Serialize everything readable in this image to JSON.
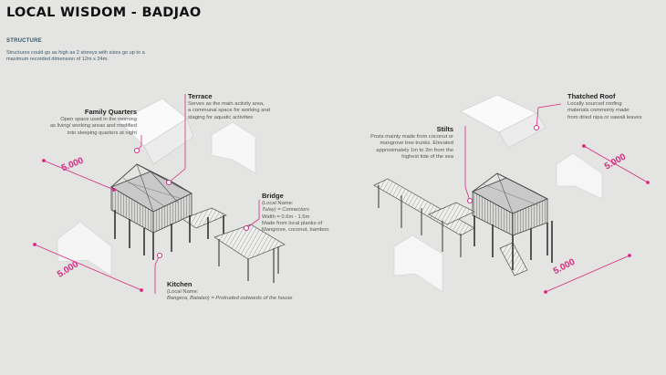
{
  "header": {
    "title": "LOCAL WISDOM - BADJAO",
    "section": "STRUCTURE",
    "description": "Structures could go as high as 2 storeys with sizes go up to a maximum recorded dimension of 12m x 24m."
  },
  "callouts": {
    "family_quarters": {
      "title": "Family Quarters",
      "text": [
        "Open space used in the morning",
        "as living/ working areas and modified",
        "into sleeping quarters at night"
      ]
    },
    "terrace": {
      "title": "Terrace",
      "text": [
        "Serves as the main activity area,",
        "a communal space for working and",
        "staging for aquatic activities"
      ]
    },
    "bridge": {
      "title": "Bridge",
      "text": [
        "(Local Name:",
        "Tulay) = Connectors",
        "Width = 0.6m - 1.5m",
        "Made from local planks of",
        "Mangrove, coconut, bamboo"
      ]
    },
    "kitchen": {
      "title": "Kitchen",
      "text": [
        "(Local Name:",
        "Bangera, Batalan) = Protruded outwards of the house"
      ]
    },
    "stilts": {
      "title": "Stilts",
      "text": [
        "Posts mainly made from coconut or",
        "mangrove tree trunks. Elevated",
        "approximately 1m to 2m from the",
        "highest tide of the sea"
      ]
    },
    "thatched_roof": {
      "title": "Thatched Roof",
      "text": [
        "Locally sourced roofing",
        "materials commonly made",
        "from dried nipa or sawali leaves"
      ]
    }
  },
  "dimensions": {
    "left_top": "5.000",
    "left_bottom": "5.000",
    "right_top": "5.000",
    "right_bottom": "5.000"
  },
  "colors": {
    "accent": "#d62a82",
    "background": "#e4e4e2"
  }
}
